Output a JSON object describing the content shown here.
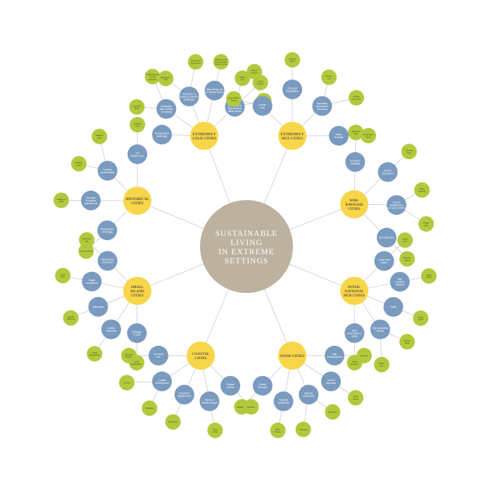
{
  "colors": {
    "center": "#bcb29f",
    "hub": "#f7d64a",
    "sub": "#7a9bbf",
    "leaf": "#b3c93d",
    "edge": "#c9c9c9"
  },
  "center": {
    "lines": [
      "SUSTAINABLE",
      "LIVING",
      "IN EXTREME",
      "SETTINGS"
    ]
  },
  "hubs": [
    {
      "id": "cold",
      "lines": [
        "EXTREMELY",
        "COLD CITIES"
      ],
      "subs": [
        {
          "lines": [
            "Transportation",
            "challenges"
          ],
          "leaves": []
        },
        {
          "lines": [
            "Challenges",
            "with building",
            "& housing"
          ],
          "leaves": [
            {
              "lines": [
                "Innovative",
                "ideas"
              ]
            },
            {
              "lines": [
                "Traditional tools",
                "or new",
                "solutions"
              ]
            }
          ]
        },
        {
          "lines": [
            "Growing in a",
            "season & extreme",
            "challenges"
          ],
          "leaves": [
            {
              "lines": [
                "Ecosystem",
                "shift"
              ]
            },
            {
              "lines": [
                "Community",
                "involvement"
              ]
            }
          ]
        },
        {
          "lines": [
            "High energy use",
            "for climate control"
          ],
          "leaves": [
            {
              "lines": [
                "Building heat",
                "loss reduction",
                "heating value"
              ]
            }
          ]
        },
        {
          "lines": [
            "Outdoor",
            "production in",
            "high levels of",
            "family assets"
          ],
          "leaves": [
            {
              "lines": [
                "Winter",
                "cost"
              ]
            },
            {
              "lines": [
                "Social",
                "isolation"
              ]
            },
            {
              "lines": [
                "Health risk",
                "and",
                "cold"
              ]
            }
          ]
        }
      ]
    },
    {
      "id": "hot",
      "lines": [
        "EXTREMELY",
        "HOT CITIES"
      ],
      "subs": [
        {
          "lines": [
            "Intense",
            "heat"
          ],
          "leaves": [
            {
              "lines": [
                "Heat-related",
                "illness"
              ]
            },
            {
              "lines": [
                "Outdoor",
                "workers"
              ]
            }
          ]
        },
        {
          "lines": [
            "Chemical",
            "degradation"
          ],
          "leaves": [
            {
              "lines": [
                "Material",
                "stress"
              ]
            }
          ]
        },
        {
          "lines": [
            "Increasing",
            "air pollution",
            "and smog"
          ],
          "leaves": [
            {
              "lines": [
                "Energy",
                "use"
              ]
            },
            {
              "lines": [
                "Vehicle",
                "emissions"
              ]
            }
          ]
        },
        {
          "lines": [
            "Water",
            "shortage"
          ],
          "leaves": [
            {
              "lines": [
                "Desalination",
                "plants"
              ]
            }
          ]
        }
      ]
    },
    {
      "id": "war",
      "lines": [
        "WAR-",
        "RAVAGED",
        "CITIES"
      ],
      "subs": [
        {
          "lines": [
            "Economic",
            "instability"
          ],
          "leaves": [
            {
              "lines": [
                "Business",
                "loss"
              ]
            }
          ]
        },
        {
          "lines": [
            "Shelter",
            "destruction"
          ],
          "leaves": [
            {
              "lines": [
                "Housing",
                "crisis"
              ]
            }
          ]
        },
        {
          "lines": [
            "Loss of",
            "infrastructure",
            "and basic services"
          ],
          "leaves": [
            {
              "lines": [
                "Water",
                "systems"
              ]
            },
            {
              "lines": [
                "Power",
                "grid"
              ]
            }
          ]
        },
        {
          "lines": [
            "Reconstruction"
          ],
          "leaves": [
            {
              "lines": [
                "Recycled",
                "debris"
              ]
            }
          ]
        }
      ]
    },
    {
      "id": "hub",
      "lines": [
        "INTER-",
        "NATIONAL",
        "HUB CITIES"
      ],
      "subs": [
        {
          "lines": [
            "Urban heat",
            "island"
          ],
          "leaves": [
            {
              "lines": [
                "Green",
                "roofs"
              ]
            }
          ]
        },
        {
          "lines": [
            "High",
            "resource",
            "demand"
          ],
          "leaves": [
            {
              "lines": [
                "Supply",
                "chains"
              ]
            }
          ]
        },
        {
          "lines": [
            "Traffic"
          ],
          "leaves": [
            {
              "lines": [
                "Public",
                "transit"
              ]
            }
          ]
        },
        {
          "lines": [
            "High population",
            "density"
          ],
          "leaves": [
            {
              "lines": [
                "Vertical",
                "living"
              ]
            },
            {
              "lines": [
                "Mixed",
                "use"
              ]
            }
          ]
        },
        {
          "lines": [
            "High",
            "consumption &",
            "waste"
          ],
          "leaves": [
            {
              "lines": [
                "Waste",
                "reduction"
              ]
            }
          ]
        }
      ]
    },
    {
      "id": "poor",
      "lines": [
        "POOR CITIES"
      ],
      "subs": [
        {
          "lines": [
            "High",
            "unemployment"
          ],
          "leaves": [
            {
              "lines": [
                "Illiteracy"
              ]
            }
          ]
        },
        {
          "lines": [
            "Lack of",
            "education"
          ],
          "leaves": [
            {
              "lines": [
                "Child",
                "labour"
              ]
            }
          ]
        },
        {
          "lines": [
            "Informal",
            "settlements"
          ],
          "leaves": [
            {
              "lines": [
                "Sanitation"
              ]
            },
            {
              "lines": [
                "Crowding"
              ]
            }
          ]
        },
        {
          "lines": [
            "Financial",
            "constraints"
          ],
          "leaves": [
            {
              "lines": [
                "Micro",
                "finance"
              ]
            }
          ]
        },
        {
          "lines": [
            "Limited",
            "transport"
          ],
          "leaves": [
            {
              "lines": [
                "Walkability"
              ]
            }
          ]
        }
      ]
    },
    {
      "id": "coastal",
      "lines": [
        "COASTAL",
        "CITIES"
      ],
      "subs": [
        {
          "lines": [
            "Coastal",
            "erosion"
          ],
          "leaves": [
            {
              "lines": [
                "Flooding"
              ]
            }
          ]
        },
        {
          "lines": [
            "Impact of",
            "climate change"
          ],
          "leaves": [
            {
              "lines": [
                "Storm",
                "surge"
              ]
            }
          ]
        },
        {
          "lines": [
            "Population",
            "displacement"
          ],
          "leaves": [
            {
              "lines": [
                "Relocation"
              ]
            }
          ]
        },
        {
          "lines": [
            "Coastal",
            "development"
          ],
          "leaves": [
            {
              "lines": [
                "Wetlands"
              ]
            },
            {
              "lines": [
                "Tourism"
              ]
            }
          ]
        },
        {
          "lines": [
            "Sea-level",
            "rise"
          ],
          "leaves": [
            {
              "lines": [
                "Salt water",
                "intrusion"
              ]
            }
          ]
        }
      ]
    },
    {
      "id": "island",
      "lines": [
        "SMALL",
        "ISLAND",
        "CITIES"
      ],
      "subs": [
        {
          "lines": [
            "Shortage",
            "of land"
          ],
          "leaves": [
            {
              "lines": [
                "Land",
                "reclamation"
              ]
            }
          ]
        },
        {
          "lines": [
            "Limited",
            "resources"
          ],
          "leaves": [
            {
              "lines": [
                "Import",
                "dependence"
              ]
            }
          ]
        },
        {
          "lines": [
            "Vulnerable"
          ],
          "leaves": [
            {
              "lines": [
                "Natural",
                "disasters"
              ]
            }
          ]
        },
        {
          "lines": [
            "Fragile",
            "ecosystems"
          ],
          "leaves": [
            {
              "lines": [
                "Coral",
                "reefs"
              ]
            }
          ]
        },
        {
          "lines": [
            "Dependency",
            "on tourism"
          ],
          "leaves": [
            {
              "lines": [
                "Economic",
                "risk"
              ]
            }
          ]
        }
      ]
    },
    {
      "id": "historical",
      "lines": [
        "HISTORICAL",
        "CITIES"
      ],
      "subs": [
        {
          "lines": [
            "Preservation",
            "of heritage"
          ],
          "leaves": [
            {
              "lines": [
                "Conservation"
              ]
            }
          ]
        },
        {
          "lines": [
            "Increase",
            "in original",
            "material cost"
          ],
          "leaves": [
            {
              "lines": [
                "Craftsmen",
                "skills"
              ]
            }
          ]
        },
        {
          "lines": [
            "Conflicts",
            "modernization"
          ],
          "leaves": [
            {
              "lines": [
                "Building",
                "codes"
              ]
            },
            {
              "lines": [
                "Adaptive",
                "reuse"
              ]
            }
          ]
        },
        {
          "lines": [
            "Old",
            "infrastructure"
          ],
          "leaves": [
            {
              "lines": [
                "Upgrade",
                "cost"
              ]
            }
          ]
        }
      ]
    }
  ]
}
